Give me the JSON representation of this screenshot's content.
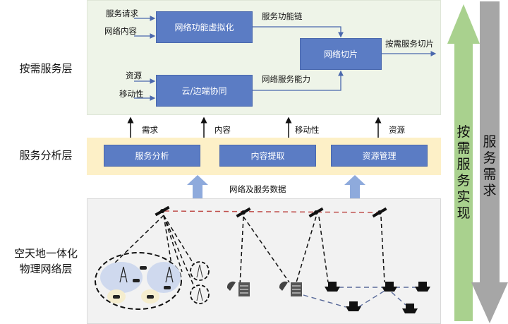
{
  "layers": {
    "on_demand": {
      "label": "按需服务层"
    },
    "analysis": {
      "label": "服务分析层"
    },
    "physical": {
      "label_line1": "空天地一体化",
      "label_line2": "物理网络层"
    }
  },
  "on_demand_layer": {
    "inputs_top": [
      "服务请求",
      "网络内容"
    ],
    "inputs_bottom": [
      "资源",
      "移动性"
    ],
    "boxes": {
      "nfv": "网络功能虚拟化",
      "cloud_edge": "云/边端协同",
      "slicing": "网络切片"
    },
    "edge_labels": {
      "service_chain": "服务功能链",
      "service_capability": "网络服务能力",
      "output": "按需服务切片"
    }
  },
  "analysis_layer": {
    "up_arrows": [
      "需求",
      "内容",
      "移动性",
      "资源"
    ],
    "boxes": [
      "服务分析",
      "内容提取",
      "资源管理"
    ],
    "data_label": "网络及服务数据"
  },
  "physical_layer": {
    "nodes": [
      "satellite",
      "satellite",
      "satellite",
      "satellite",
      "ground-cell-cluster",
      "base-station",
      "base-station",
      "ground-station",
      "ground-station",
      "ship",
      "ship",
      "ship",
      "ship",
      "ship"
    ]
  },
  "side_arrows": {
    "realization": {
      "label": "按需服务实现",
      "color": "#a9d18e"
    },
    "demand": {
      "label": "服务需求",
      "color": "#a6a6a6"
    }
  },
  "colors": {
    "box_blue": "#5b7cc4",
    "on_demand_bg": "#eef4e8",
    "analysis_bg": "#fdf0c7",
    "physical_bg": "#f2f2f2",
    "big_arrow_blue": "#8eaadc",
    "isl_red": "#c0504d",
    "sea_link_blue": "#5a6b9a"
  }
}
